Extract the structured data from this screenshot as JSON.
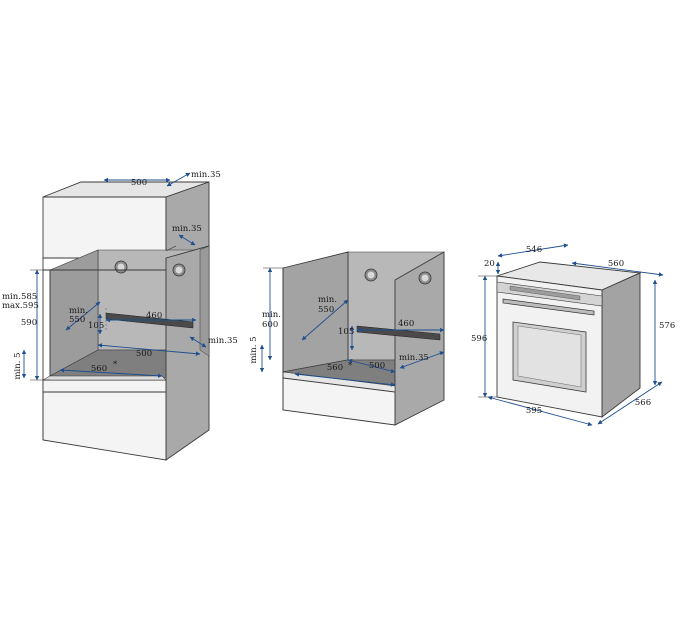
{
  "colors": {
    "frame_white": "#f4f4f4",
    "side_grey": "#a9a9a9",
    "back_grey": "#b8b8b8",
    "inner_grey": "#9c9c9c",
    "dark_grey": "#7f7f7f",
    "dimension_line": "#1f4f8f",
    "outline": "#3a3a3a"
  },
  "tall_cabinet": {
    "label_500_top": "500",
    "label_min35_top": "min.35",
    "label_min35_back": "min.35",
    "label_min585": "min.585",
    "label_max595": "max.595",
    "label_590": "590",
    "label_min550_a": "min.",
    "label_min550_b": "550",
    "label_105": "105",
    "label_460": "460",
    "label_500_floor": "500",
    "label_560": "560",
    "label_min5": "min. 5",
    "label_min35_right": "min.35",
    "star": "*"
  },
  "base_cabinet": {
    "label_min600_a": "min.",
    "label_min600_b": "600",
    "label_min550_a": "min.",
    "label_min550_b": "550",
    "label_105": "105",
    "label_460": "460",
    "label_560": "560",
    "label_500": "500",
    "label_min35": "min.35",
    "label_min5": "min. 5",
    "star": "*"
  },
  "oven": {
    "label_546": "546",
    "label_20": "20",
    "label_560": "560",
    "label_596": "596",
    "label_576": "576",
    "label_595": "595",
    "label_566": "566"
  }
}
